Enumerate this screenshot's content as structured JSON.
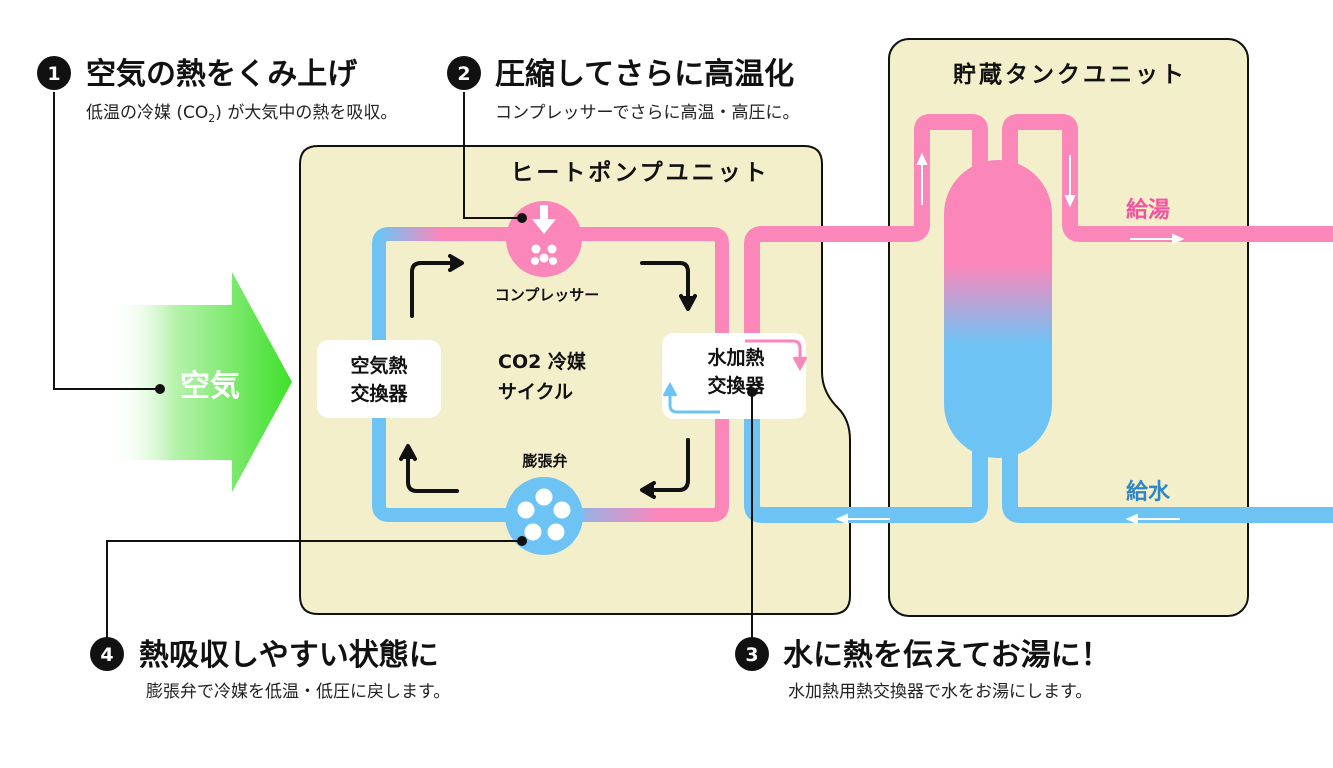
{
  "colors": {
    "unit_fill": "#f3efcb",
    "hot_pipe": "#fb86ba",
    "cold_pipe": "#6ec3f5",
    "air_arrow": "#3fe02b",
    "box_fill": "#ffffff",
    "line": "#111111",
    "hot_text": "#f2559f",
    "cold_text": "#2f86c4"
  },
  "steps": [
    {
      "number": "1",
      "title": "空気の熱をくみ上げ",
      "desc_before": "低温の冷媒 (CO",
      "desc_sub": "2",
      "desc_after": ") が大気中の熱を吸収。"
    },
    {
      "number": "2",
      "title": "圧縮してさらに高温化",
      "desc": "コンプレッサーでさらに高温・高圧に。"
    },
    {
      "number": "3",
      "title": "水に熱を伝えてお湯に！",
      "desc": "水加熱用熱交換器で水をお湯にします。"
    },
    {
      "number": "4",
      "title": "熱吸収しやすい状態に",
      "desc": "膨張弁で冷媒を低温・低圧に戻します。"
    }
  ],
  "heat_pump_unit": {
    "title": "ヒートポンプユニット",
    "compressor_label": "コンプレッサー",
    "air_hx_line1": "空気熱",
    "air_hx_line2": "交換器",
    "cycle_line1": "CO2 冷媒",
    "cycle_line2": "サイクル",
    "valve_label": "膨張弁",
    "water_hx_line1": "水加熱",
    "water_hx_line2": "交換器"
  },
  "tank_unit": {
    "title": "貯蔵タンクユニット",
    "hot_outlet_label": "給湯",
    "cold_inlet_label": "給水"
  },
  "air_label": "空気",
  "icons": {
    "compressor": "compressor-down-arrow-icon",
    "valve": "expansion-valve-icon",
    "air": "air-flow-arrow-icon",
    "cycle": "clockwise-cycle-arrows-icon"
  }
}
